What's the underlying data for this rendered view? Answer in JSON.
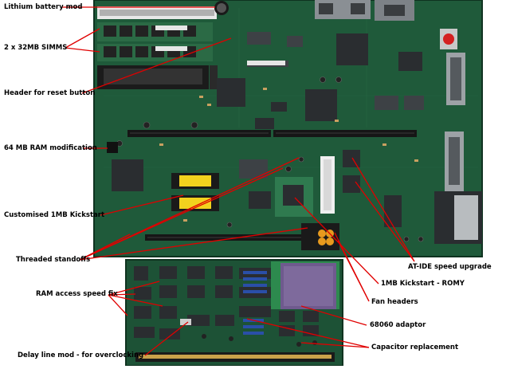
{
  "annotations": {
    "lithium_battery": "Lithium battery mod",
    "simms": "2 x 32MB SIMMS",
    "reset_header": "Header for reset button",
    "ram_mod": "64 MB RAM modification",
    "kickstart_custom": "Customised 1MB Kickstart",
    "standoffs": "Threaded standoffs",
    "atide": "AT-IDE speed upgrade",
    "romy": "1MB Kickstart - ROMY",
    "fan_headers": "Fan headers",
    "ram_speed": "RAM access speed fix",
    "adaptor_68060": "68060 adaptor",
    "capacitor": "Capacitor replacement",
    "delay_line": "Delay line mod - for overclocking"
  },
  "colors": {
    "board": "#1f5a3a",
    "board_dark": "#123d26",
    "annotation_line": "#e00000",
    "background": "#ffffff"
  }
}
